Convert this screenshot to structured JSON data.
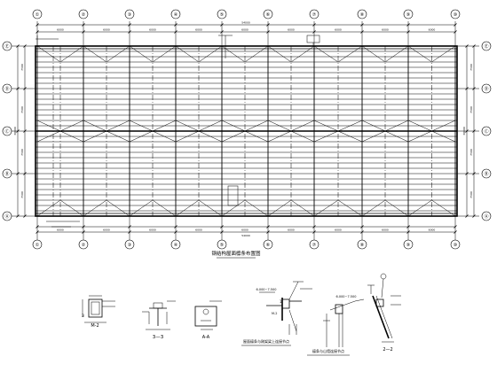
{
  "plan": {
    "title": "钢结构屋面檩条布置图",
    "top_axes": [
      "①",
      "②",
      "③",
      "④",
      "⑤",
      "⑥",
      "⑦",
      "⑧",
      "⑨",
      "⑩"
    ],
    "bottom_axes": [
      "①",
      "②",
      "③",
      "④",
      "⑤",
      "⑥",
      "⑦",
      "⑧",
      "⑨",
      "⑩"
    ],
    "side_axes": [
      "Ⓐ",
      "Ⓑ",
      "Ⓒ",
      "Ⓓ",
      "Ⓔ"
    ],
    "bay_dim": "6000",
    "total_dim": "54000",
    "span_dim": "7500",
    "total_span_dim": "30000"
  },
  "details": {
    "m2_label": "M-2",
    "section_33": "3—3",
    "section_aa": "A-A",
    "section_22": "2—2",
    "ridge_node_title": "屋面檩条与刚架梁上连接节点",
    "wall_node_title": "檩条与山墙连接节点",
    "elev_label": "6.000~7.500",
    "mark_1": "1",
    "mark_m2": "M-2",
    "mark_3": "3"
  }
}
